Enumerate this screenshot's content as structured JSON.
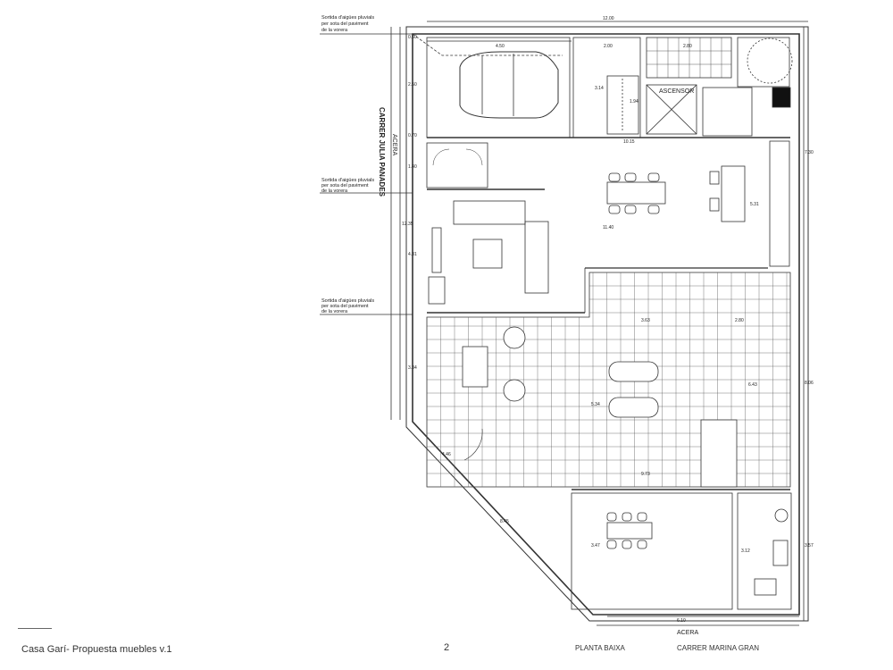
{
  "footer": {
    "title": "Casa Garí- Propuesta muebles v.1",
    "page_number": "2",
    "plan_name": "PLANTA BAIXA",
    "street_label": "CARRER MARINA GRAN"
  },
  "plan": {
    "notes": [
      [
        "Sortida d'aigües pluvials",
        "per sota del paviment",
        "de la vorera"
      ],
      [
        "Sortida d'aigües pluvials",
        "per sota del paviment",
        "de la vorera"
      ],
      [
        "Sortida d'aigües pluvials",
        "per sota del paviment",
        "de la vorera"
      ]
    ],
    "street_left": "CARRER JULIA PANADES",
    "sidewalk_left": "ACERA",
    "sidewalk_bottom": "ACERA",
    "elevator": "ASCENSOR",
    "dimensions": {
      "top_total": "12.00",
      "garage_width": "4.50",
      "stair_width": "2.00",
      "room_width": "2.80",
      "left_a": "0.50",
      "left_b": "2.50",
      "left_c": "0.70",
      "left_d": "1.40",
      "left_total": "12.35",
      "left_e": "4.31",
      "left_f": "3.34",
      "right_a": "7.30",
      "right_b": "8.06",
      "right_c": "3.57",
      "living_width": "11.40",
      "patio_a": "3.63",
      "patio_b": "2.80",
      "patio_c": "6.43",
      "patio_d": "5.34",
      "patio_e": "9.73",
      "bottom_total": "6.10",
      "stair_h": "3.14",
      "stair_w": "1.94",
      "corr": "10.15",
      "kit": "5.31",
      "dining_h": "3.47",
      "bath": "3.12",
      "diag_a": "4.46",
      "diag_b": "8.45"
    }
  }
}
